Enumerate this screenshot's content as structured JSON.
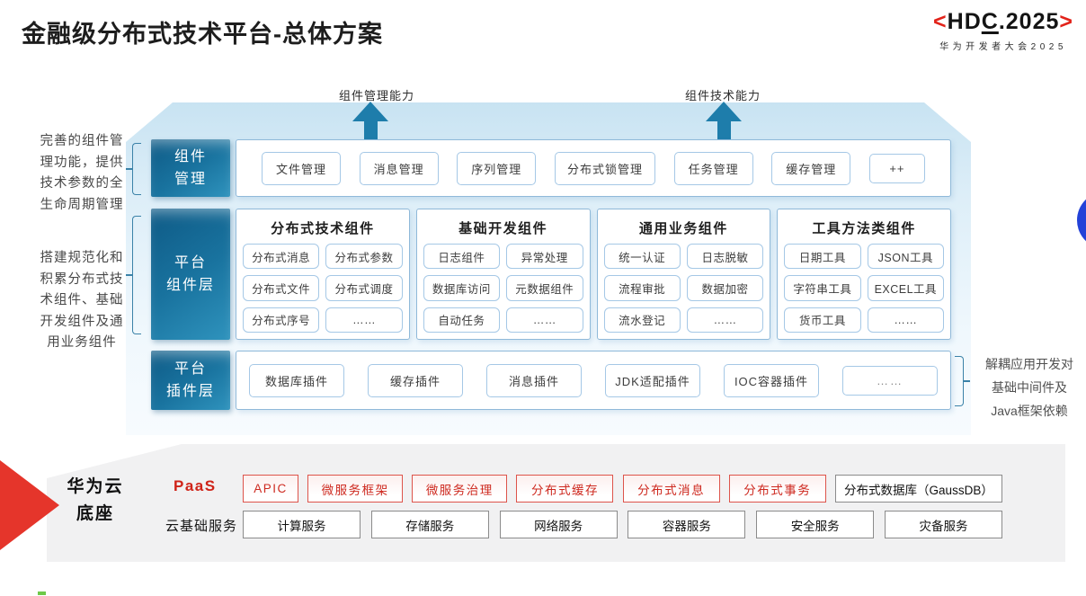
{
  "slide": {
    "title": "金融级分布式技术平台-总体方案"
  },
  "logo": {
    "prefix": "<",
    "part1": "HD",
    "part2": "C",
    "part3": ".2025",
    "suffix": ">",
    "subtitle": "华为开发者大会2025"
  },
  "annotations": {
    "arrow_left": "组件管理能力",
    "arrow_right": "组件技术能力",
    "left_top_lines": [
      "完善的组件管",
      "理功能，提供",
      "技术参数的全",
      "生命周期管理"
    ],
    "left_bottom_lines": [
      "搭建规范化和",
      "积累分布式技",
      "术组件、基础",
      "开发组件及通",
      "用业务组件"
    ],
    "right_lines": [
      "解耦应用开发对",
      "基础中间件及",
      "Java框架依赖"
    ]
  },
  "layers": {
    "management": {
      "label_lines": [
        "组件",
        "管理"
      ],
      "items": [
        "文件管理",
        "消息管理",
        "序列管理",
        "分布式锁管理",
        "任务管理",
        "缓存管理",
        "++"
      ]
    },
    "platform": {
      "label_lines": [
        "平台",
        "组件层"
      ],
      "groups": [
        {
          "title": "分布式技术组件",
          "items": [
            "分布式消息",
            "分布式参数",
            "分布式文件",
            "分布式调度",
            "分布式序号",
            "……"
          ]
        },
        {
          "title": "基础开发组件",
          "items": [
            "日志组件",
            "异常处理",
            "数据库访问",
            "元数据组件",
            "自动任务",
            "……"
          ]
        },
        {
          "title": "通用业务组件",
          "items": [
            "统一认证",
            "日志脱敏",
            "流程审批",
            "数据加密",
            "流水登记",
            "……"
          ]
        },
        {
          "title": "工具方法类组件",
          "items": [
            "日期工具",
            "JSON工具",
            "字符串工具",
            "EXCEL工具",
            "货币工具",
            "……"
          ]
        }
      ]
    },
    "plugin": {
      "label_lines": [
        "平台",
        "插件层"
      ],
      "items": [
        "数据库插件",
        "缓存插件",
        "消息插件",
        "JDK适配插件",
        "IOC容器插件",
        "……"
      ]
    }
  },
  "foundation": {
    "label_lines": [
      "华为云",
      "底座"
    ],
    "paas": {
      "label": "PaaS",
      "items": [
        "APIC",
        "微服务框架",
        "微服务治理",
        "分布式缓存",
        "分布式消息",
        "分布式事务"
      ],
      "db": "分布式数据库（GaussDB）"
    },
    "cloud": {
      "label": "云基础服务",
      "items": [
        "计算服务",
        "存储服务",
        "网络服务",
        "容器服务",
        "安全服务",
        "灾备服务"
      ]
    }
  },
  "colors": {
    "accent_red": "#e5352b",
    "layer_blue": "#19739f",
    "arrow_teal": "#1e7dab",
    "circle_blue": "#2342d8",
    "light_blue_border": "#a5c8e6",
    "red_chip_border": "#dd544b"
  }
}
